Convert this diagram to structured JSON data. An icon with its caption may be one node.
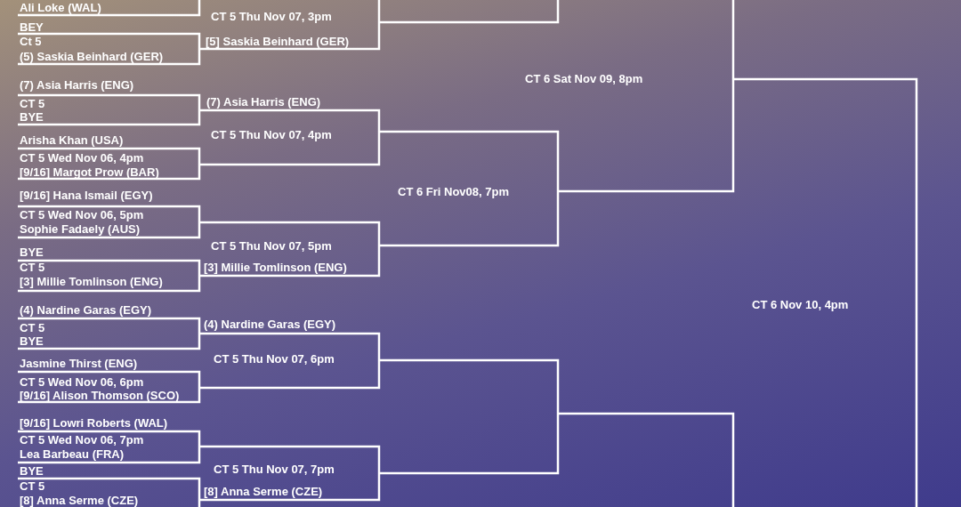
{
  "diagram": {
    "labels": [
      "Ali Loke (WAL)",
      "CT 5 Thu Nov 07, 3pm",
      "BEY",
      "Ct 5",
      "[5] Saskia Beinhard (GER)",
      "(5) Saskia Beinhard (GER)",
      "CT 6 Sat Nov 09, 8pm",
      "(7) Asia Harris (ENG)",
      "(7) Asia Harris (ENG)",
      "CT 5",
      "BYE",
      "CT 5 Thu Nov 07, 4pm",
      "Arisha Khan (USA)",
      "CT 5 Wed Nov 06, 4pm",
      "[9/16] Margot Prow (BAR)",
      "CT 6 Fri Nov08, 7pm",
      "[9/16] Hana Ismail (EGY)",
      "CT 5 Wed Nov 06, 5pm",
      "Sophie Fadaely (AUS)",
      "CT 5 Thu Nov 07, 5pm",
      "BYE",
      "[3] Millie Tomlinson (ENG)",
      "CT 5",
      "[3] Millie Tomlinson (ENG)",
      "CT 6 Nov 10, 4pm",
      "(4) Nardine Garas (EGY)",
      "(4) Nardine Garas (EGY)",
      "CT 5",
      "BYE",
      "CT 5 Thu Nov 07, 6pm",
      "Jasmine Thirst (ENG)",
      "CT 5 Wed Nov 06, 6pm",
      "[9/16] Alison Thomson (SCO)",
      "[9/16] Lowri Roberts (WAL)",
      "CT 5 Wed Nov 06, 7pm",
      "Lea Barbeau (FRA)",
      "CT 5 Thu Nov 07, 7pm",
      "BYE",
      "[8] Anna Serme (CZE)",
      "CT 5",
      "[8] Anna Serme (CZE)"
    ]
  }
}
